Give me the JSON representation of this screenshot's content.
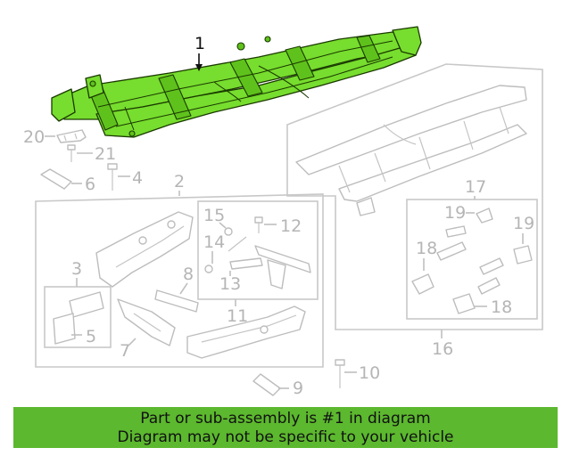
{
  "diagram": {
    "callouts": {
      "c1": "1",
      "c2": "2",
      "c3": "3",
      "c4": "4",
      "c5": "5",
      "c6": "6",
      "c7": "7",
      "c8": "8",
      "c9": "9",
      "c10": "10",
      "c11": "11",
      "c12": "12",
      "c13": "13",
      "c14": "14",
      "c15": "15",
      "c16": "16",
      "c17": "17",
      "c18a": "18",
      "c18b": "18",
      "c19a": "19",
      "c19b": "19",
      "c20": "20",
      "c21": "21"
    },
    "highlight_color": "#77dd2e",
    "callout_color": "#b5b5b5"
  },
  "banner": {
    "line1": "Part or sub-assembly is #1 in diagram",
    "line2": "Diagram may not be specific to your vehicle",
    "background": "#5cb82e"
  }
}
